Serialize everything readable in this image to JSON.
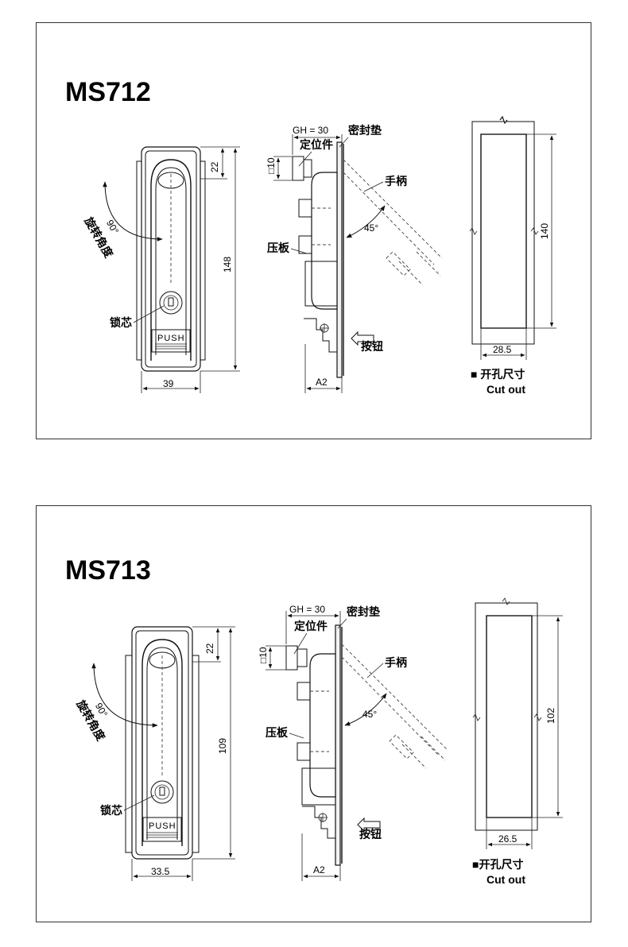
{
  "drawings": [
    {
      "model": "MS712",
      "dims": {
        "top_offset": "22",
        "height": "148",
        "width": "39",
        "square": "□10",
        "gh": "GH = 30",
        "a2": "A2",
        "angle_rotate": "90°",
        "angle_handle": "45°",
        "cut_height": "140",
        "cut_width": "28.5"
      },
      "labels": {
        "rotation": "旋转角度",
        "lock_core": "锁芯",
        "push": "PUSH",
        "locator": "定位件",
        "gasket": "密封垫",
        "handle": "手柄",
        "press_plate": "压板",
        "button": "按钮",
        "cutout_cn": "■ 开孔尺寸",
        "cutout_en": "Cut out"
      }
    },
    {
      "model": "MS713",
      "dims": {
        "top_offset": "22",
        "height": "109",
        "width": "33.5",
        "square": "□10",
        "gh": "GH = 30",
        "a2": "A2",
        "angle_rotate": "90°",
        "angle_handle": "45°",
        "cut_height": "102",
        "cut_width": "26.5"
      },
      "labels": {
        "rotation": "旋转角度",
        "lock_core": "锁芯",
        "push": "PUSH",
        "locator": "定位件",
        "gasket": "密封垫",
        "handle": "手柄",
        "press_plate": "压板",
        "button": "按钮",
        "cutout_cn": "■开孔尺寸",
        "cutout_en": "Cut out"
      }
    }
  ]
}
